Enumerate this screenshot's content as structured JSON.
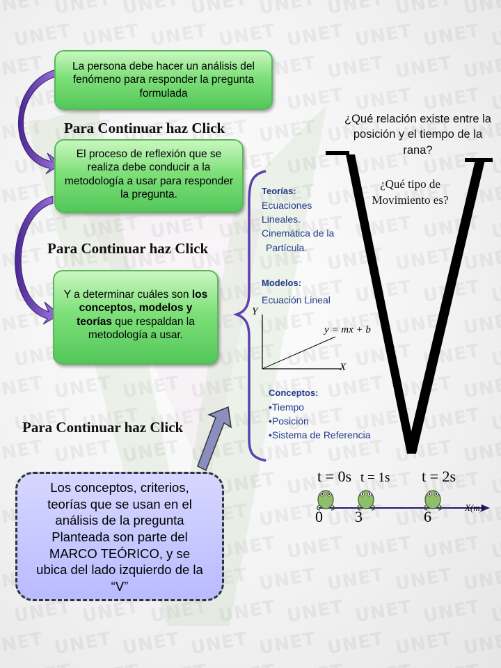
{
  "watermark": "UNET",
  "boxes": {
    "box1": "La persona debe hacer un análisis del fenómeno para responder la pregunta formulada",
    "box2": "El proceso de reflexión que se realiza debe conducir a la metodología a usar para responder la pregunta.",
    "box3_pre": "Y a determinar cuáles son ",
    "box3_bold": "los conceptos, modelos y teorías",
    "box3_post": " que respaldan la metodología a usar.",
    "marco": "Los conceptos, criterios, teorías que se usan en el análisis de la pregunta Planteada son parte del MARCO TEÓRICO, y se ubica del lado izquierdo de la “V”"
  },
  "continue_labels": [
    "Para Continuar haz Click",
    "Para Continuar haz Click",
    "Para Continuar haz Click"
  ],
  "question_main": "¿Qué relación existe entre la posición y el tiempo de la rana?",
  "question_secondary": "¿Qué tipo de Movimiento es?",
  "teorias": {
    "title": "Teorías:",
    "items": [
      "Ecuaciones",
      "Lineales.",
      "Cinemática de la",
      "Partícula."
    ]
  },
  "modelos": {
    "title": "Modelos:",
    "item": "Ecuación  Lineal"
  },
  "graph": {
    "y_label": "Y",
    "x_label": "X",
    "equation": "y = mx + b"
  },
  "conceptos": {
    "title": "Conceptos:",
    "items": [
      "•Tiempo",
      "•Posición",
      "•Sistema de Referencia"
    ]
  },
  "motion": {
    "times": [
      "t = 0s",
      "t = 1s",
      "t = 2s"
    ],
    "positions": [
      "0",
      "3",
      "6"
    ],
    "axis_label": "X(m)"
  },
  "colors": {
    "accent_blue": "#1f3a8a",
    "brace_purple": "#5b3fb0",
    "arrow_purple": "#6a3cc0",
    "green_box": "#7fe07a",
    "marco_box": "#c4c6ff"
  }
}
